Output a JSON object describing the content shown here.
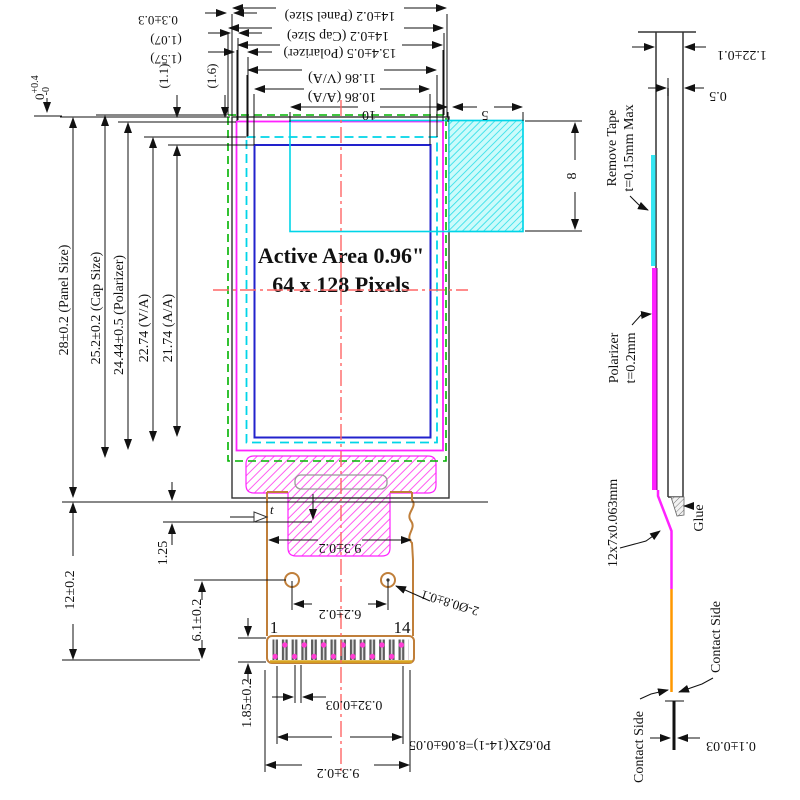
{
  "drawing": {
    "type": "OLED display module mechanical drawing",
    "views": [
      "front view",
      "side section view"
    ]
  },
  "front_view": {
    "center_label_line1": "Active Area 0.96\"",
    "center_label_line2": "64 x 128 Pixels",
    "top_dimensions": {
      "panel": "14±0.2 (Panel Size)",
      "cap": "14±0.2 (Cap Size)",
      "polarizer": "13.4±0.5 (Polarizer)",
      "va": "11.86 (V/A)",
      "aa": "10.86 (A/A)",
      "tape_width": "10",
      "tab_width": "5",
      "edge_offset": "0.3±0.3",
      "ref_gap_1": "(1.07)",
      "ref_gap_2": "(1.57)",
      "ref_gap_3": "(1.1)",
      "ref_gap_4": "(1.6)"
    },
    "left_dimensions": {
      "top_offset_main": "0",
      "top_offset_upper": "+0.4",
      "top_offset_lower": "-0",
      "panel": "28±0.2 (Panel Size)",
      "cap": "25.2±0.2 (Cap Size)",
      "polarizer": "24.44±0.5 (Polarizer)",
      "va": "22.74 (V/A)",
      "aa": "21.74 (A/A)",
      "flex_length": "12±0.2",
      "ledge": "1.25",
      "hole_to_edge": "6.1±0.2",
      "pin_height": "1.85±0.2",
      "thickness_ref": "t"
    },
    "right_dimensions": {
      "tab_height": "8"
    },
    "bottom_dimensions": {
      "flex_width_top": "9.3±0.2",
      "hole_dia": "2-Ø0.8±0.1",
      "hole_pitch": "6.2±0.2",
      "pin_first": "1",
      "pin_last": "14",
      "pin_width": "0.32±0.03",
      "pin_pitch_total": "P0.62X(14-1)=8.06±0.05",
      "flex_width_bottom": "9.3±0.2"
    }
  },
  "side_view": {
    "thickness_total": "1.22±0.1",
    "glass_thickness": "0.5",
    "remove_tape_line1": "Remove Tape",
    "remove_tape_line2": "t=0.15mm Max",
    "polarizer_line1": "Polarizer",
    "polarizer_line2": "t=0.2mm",
    "tape_size": "12x7x0.063mm",
    "glue": "Glue",
    "contact_side_right": "Contact Side",
    "contact_side_left": "Contact Side",
    "contact_thickness": "0.1±0.03"
  },
  "colors": {
    "panel_outline": "#333333",
    "cap_outline": "#00b300",
    "polarizer_outline": "#ff22ff",
    "va_outline": "#00d5e8",
    "aa_outline": "#2222cc",
    "centerline": "#ff6666",
    "flex_outline": "#c07f3a",
    "pin_gold": "#d9a520",
    "pin_dot": "#ff3dd4",
    "side_orange": "#ff9800",
    "dimension": "#111111"
  }
}
